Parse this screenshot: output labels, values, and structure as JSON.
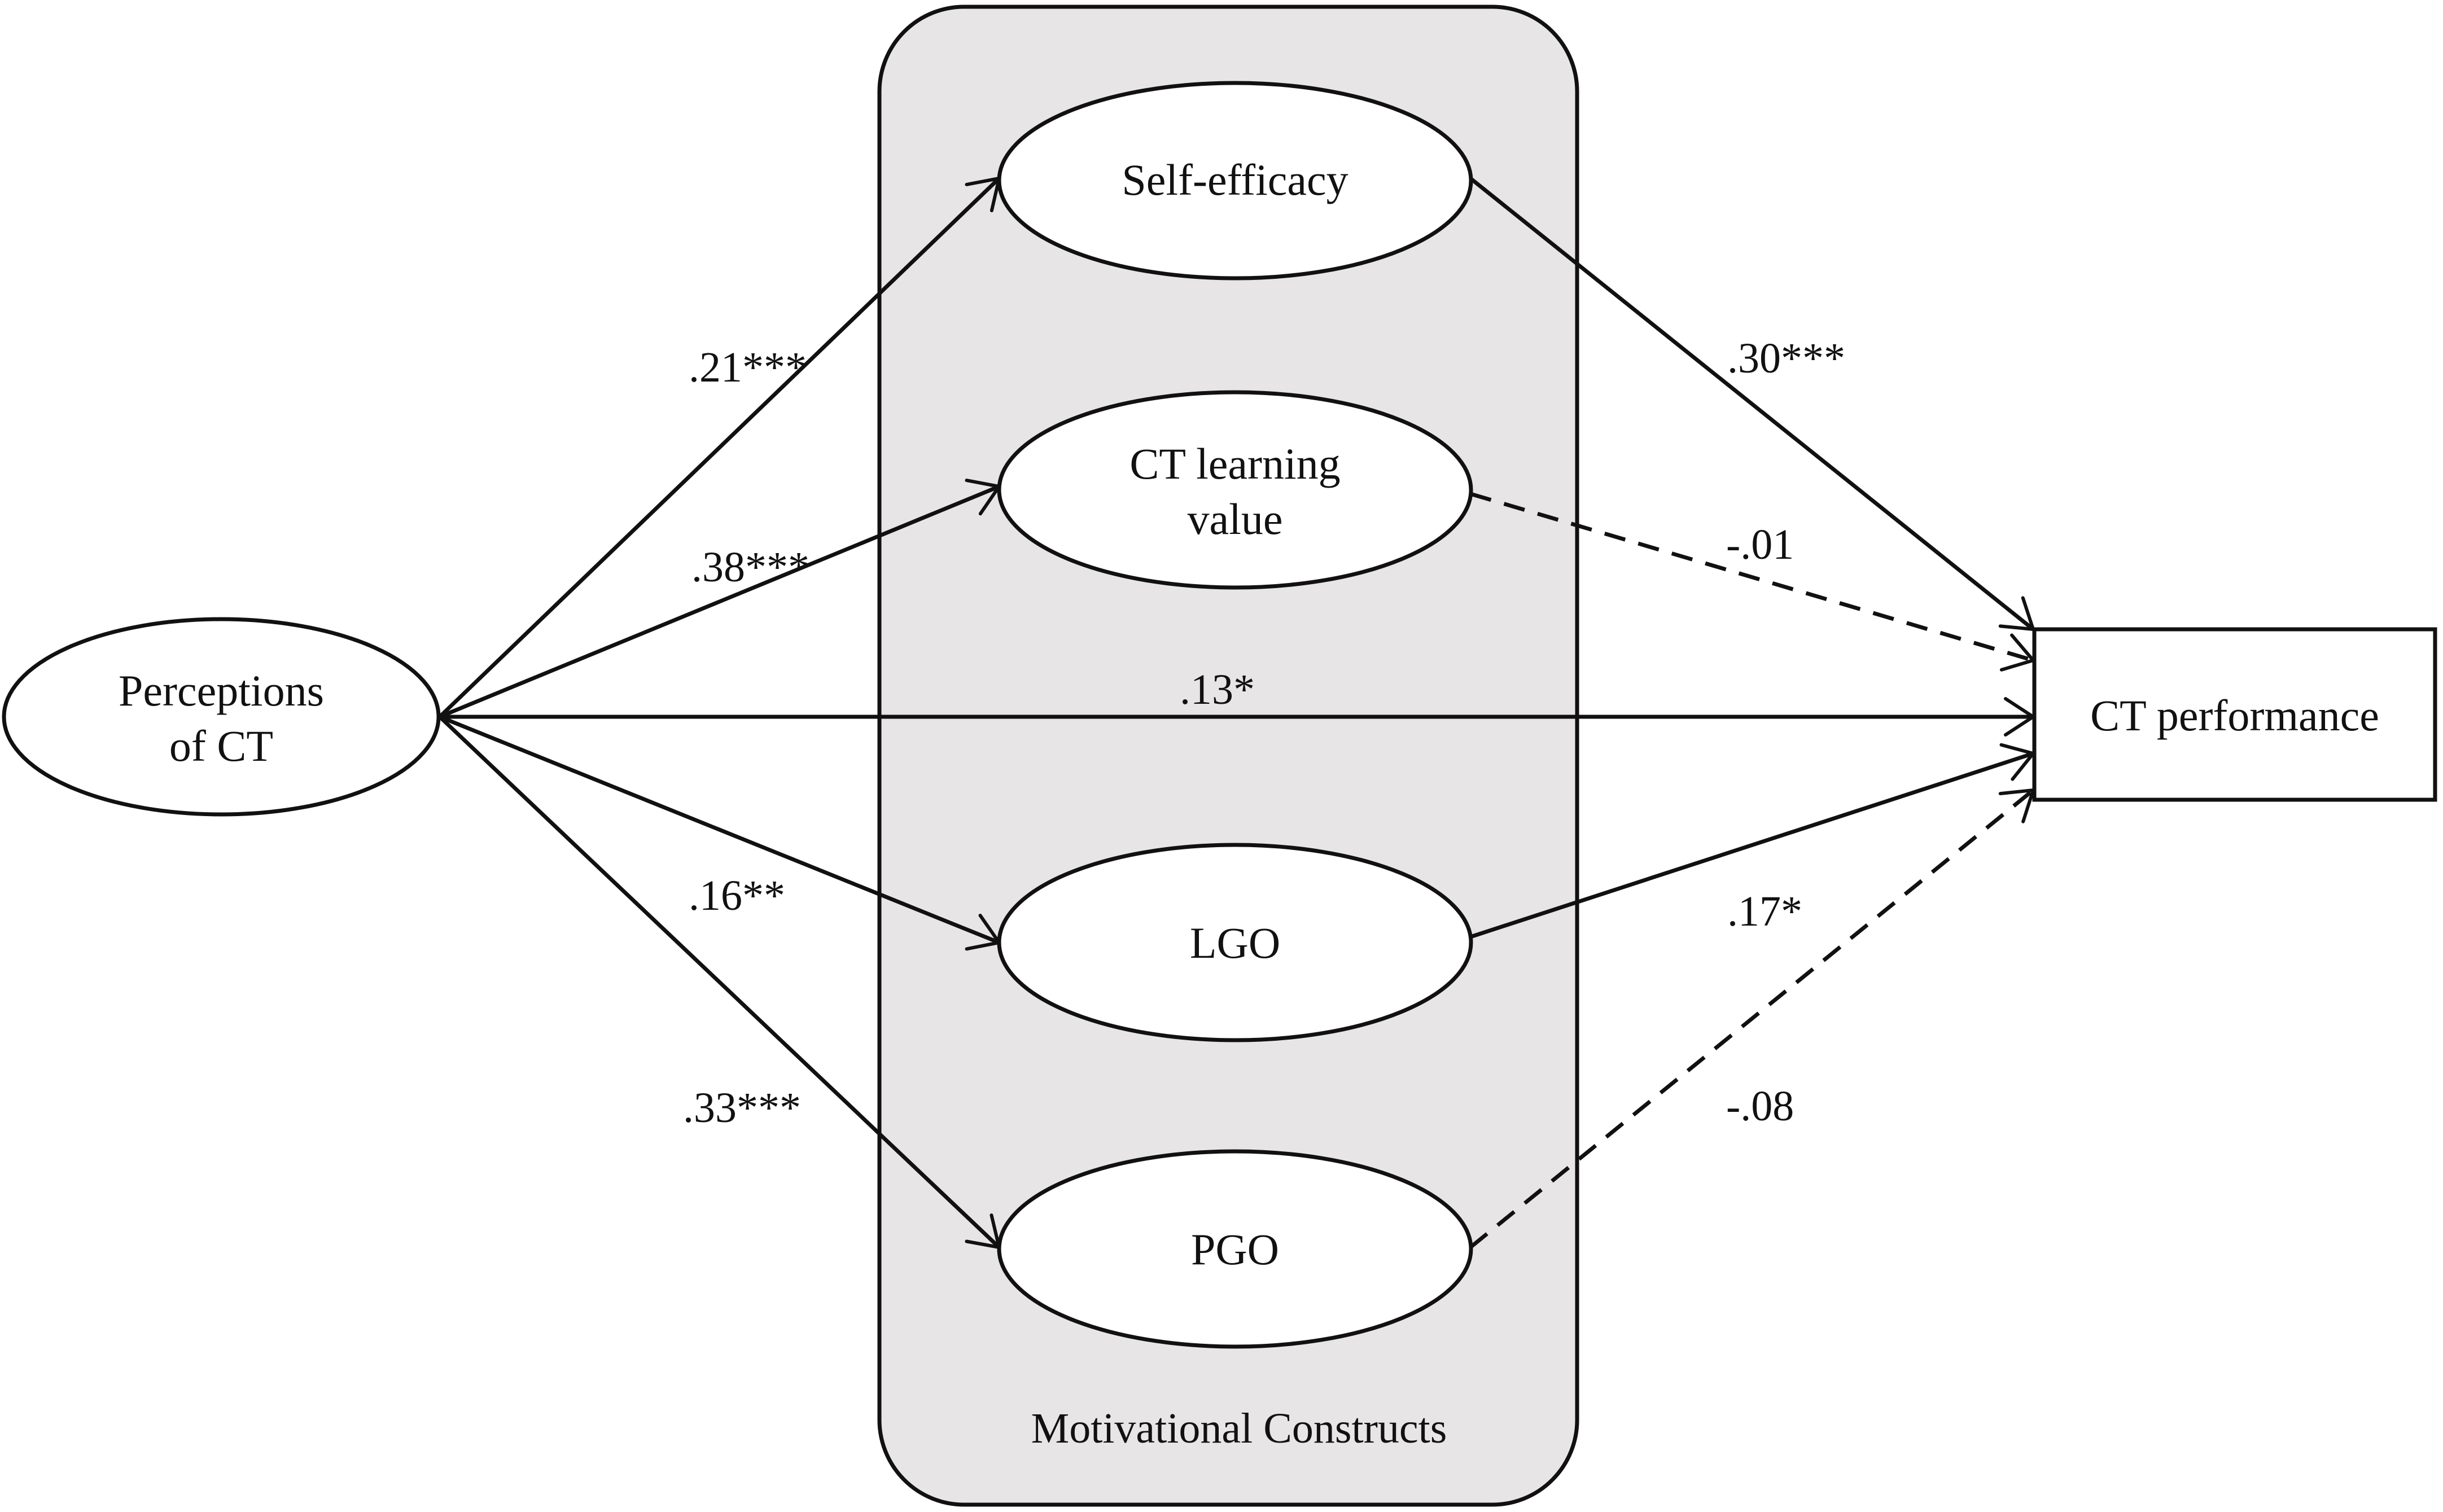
{
  "diagram": {
    "colors": {
      "stroke": "#111111",
      "group_fill": "#e7e5e6",
      "node_fill": "#ffffff",
      "text": "#111111"
    },
    "group": {
      "label": "Motivational Constructs"
    },
    "nodes": {
      "perceptions": {
        "line1": "Perceptions",
        "line2": "of CT"
      },
      "self_efficacy": {
        "label": "Self-efficacy"
      },
      "ct_learning_value": {
        "line1": "CT learning",
        "line2": "value"
      },
      "lgo": {
        "label": "LGO"
      },
      "pgo": {
        "label": "PGO"
      },
      "ct_performance": {
        "label": "CT performance"
      }
    },
    "paths": {
      "perceptions_to_self_efficacy": {
        "coef": ".21***",
        "style": "solid"
      },
      "perceptions_to_ct_learning_value": {
        "coef": ".38***",
        "style": "solid"
      },
      "perceptions_to_ct_performance": {
        "coef": ".13*",
        "style": "solid"
      },
      "perceptions_to_lgo": {
        "coef": ".16**",
        "style": "solid"
      },
      "perceptions_to_pgo": {
        "coef": ".33***",
        "style": "solid"
      },
      "self_efficacy_to_ct_performance": {
        "coef": ".30***",
        "style": "solid"
      },
      "ct_learning_value_to_ct_performance": {
        "coef": "-.01",
        "style": "dashed"
      },
      "lgo_to_ct_performance": {
        "coef": ".17*",
        "style": "solid"
      },
      "pgo_to_ct_performance": {
        "coef": "-.08",
        "style": "dashed"
      }
    }
  }
}
